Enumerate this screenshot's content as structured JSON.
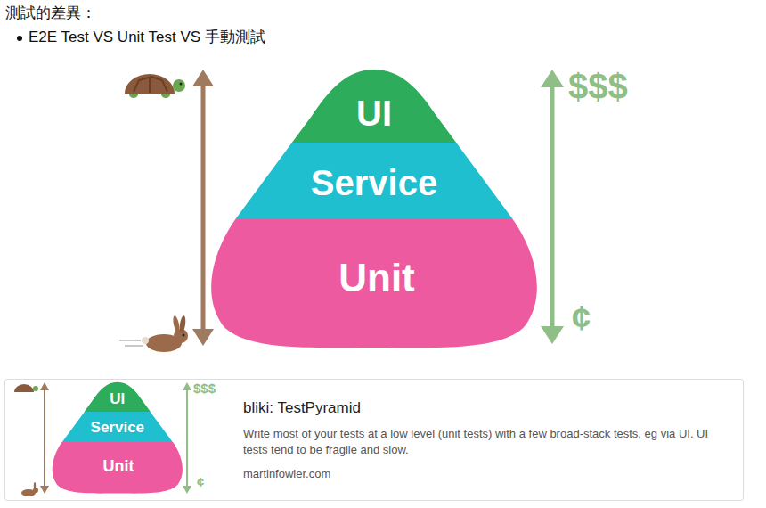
{
  "diagram": {
    "title": "測試的差異：",
    "nodes": [
      {
        "text": [
          "UI"
        ]
      },
      {
        "text": [
          "Service"
        ]
      },
      {
        "text": [
          "Unit"
        ]
      },
      {
        "text": [
          "bliki: TestPyramid",
          "Write most of your tests at a low level (unit tests) with a few broad-stack tests, eg via UI. UI tests tend to be fragile and slow.",
          "martinfowler.com"
        ]
      },
      {
        "text": [
          "UI"
        ],
        "in": 3
      },
      {
        "text": [
          "Service"
        ],
        "in": 3
      },
      {
        "text": [
          "Unit"
        ],
        "in": 3
      }
    ],
    "labels": [
      "E2E Test VS Unit Test VS 手動測試",
      "$$$",
      "¢",
      "$$$",
      "¢"
    ]
  }
}
